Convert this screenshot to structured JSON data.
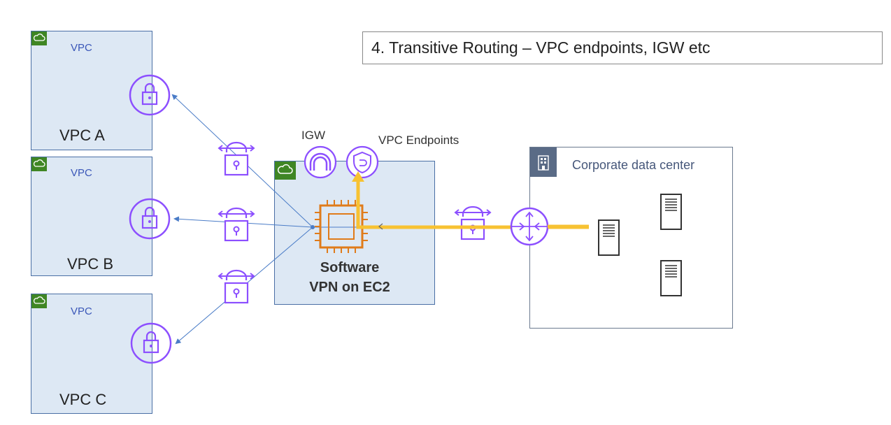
{
  "title": "4. Transitive Routing – VPC endpoints, IGW etc",
  "vpcs": [
    {
      "tag": "VPC",
      "name": "VPC A"
    },
    {
      "tag": "VPC",
      "name": "VPC B"
    },
    {
      "tag": "VPC",
      "name": "VPC C"
    }
  ],
  "hub": {
    "igw_label": "IGW",
    "endpoints_label": "VPC Endpoints",
    "ec2_line1": "Software",
    "ec2_line2": "VPN on EC2"
  },
  "datacenter": {
    "title": "Corporate data center"
  },
  "icons": [
    "cloud-lock-icon",
    "lock-icon",
    "vpn-connection-icon",
    "igw-icon",
    "vpc-endpoint-shield-icon",
    "ec2-chip-icon",
    "router-icon",
    "server-icon",
    "building-icon"
  ],
  "colors": {
    "vpc_fill": "#dde8f4",
    "vpc_border": "#4a6fa5",
    "vpc_badge": "#3f8624",
    "purple": "#8c4fff",
    "ec2_orange": "#e07b1a",
    "route_yellow": "#f7c232",
    "link_blue": "#4a7cc7"
  }
}
